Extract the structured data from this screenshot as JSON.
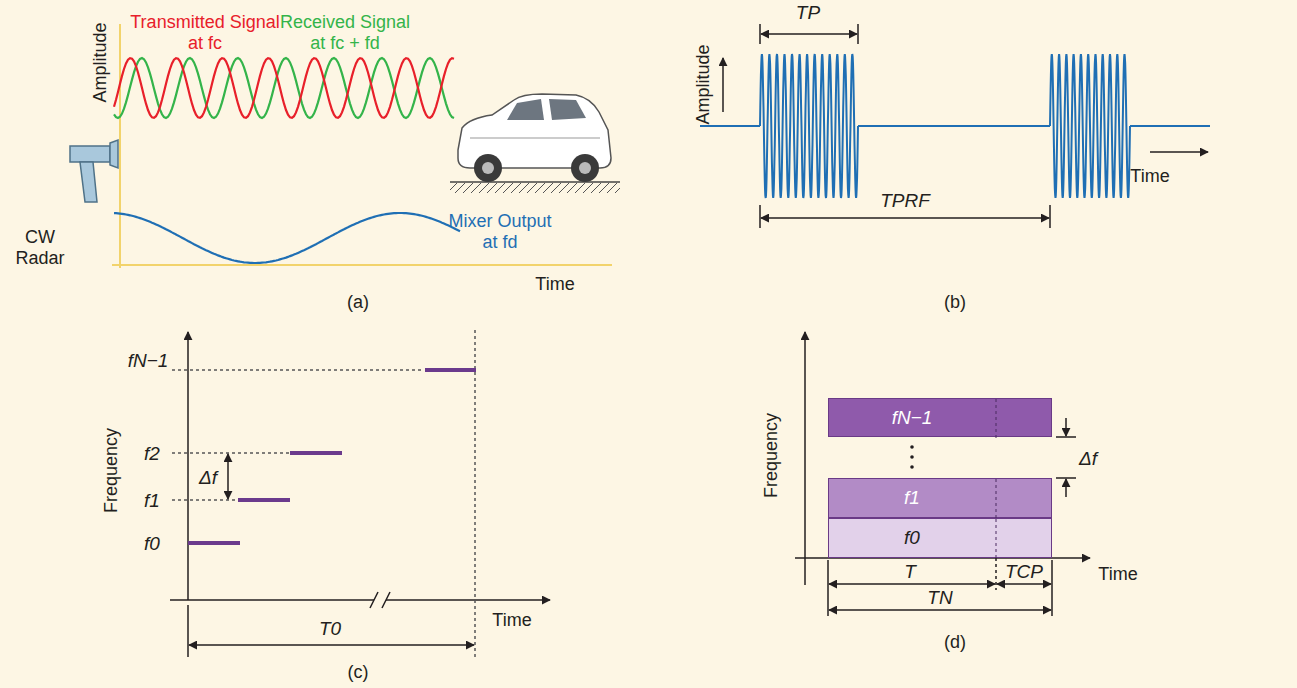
{
  "diagram": {
    "nodes": [
      {
        "text": [
          "fN−1"
        ]
      },
      {
        "text": [
          "f1"
        ]
      },
      {
        "text": [
          "f0"
        ]
      }
    ],
    "labels": [
      "Amplitude",
      "Transmitted Signal at fc",
      "Received Signal at fc + fd",
      "CW Radar",
      "Mixer Output at fd",
      "Time",
      "(a)",
      "TP",
      "Amplitude",
      "Time",
      "TPRF",
      "(b)",
      "fN−1",
      "f2",
      "Δf",
      "f1",
      "f0",
      "Frequency",
      "T0",
      "Time",
      "(c)",
      "Frequency",
      "Δf",
      "T",
      "TCP",
      "TN",
      "Time",
      "(d)"
    ]
  }
}
